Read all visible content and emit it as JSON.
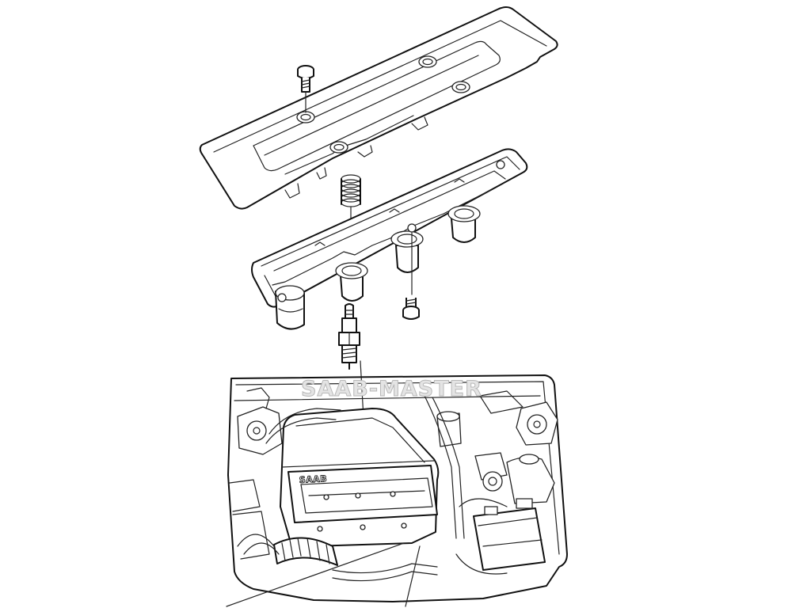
{
  "diagram": {
    "watermark": "SAAB-MASTER",
    "engine_badge": "SAAB",
    "parts": [
      {
        "id": "cover-bolt",
        "name": "cover bolt"
      },
      {
        "id": "ignition-cover",
        "name": "ignition cassette cover"
      },
      {
        "id": "spring",
        "name": "spring"
      },
      {
        "id": "ignition-cassette",
        "name": "ignition cassette"
      },
      {
        "id": "cassette-bolt",
        "name": "cassette bolt"
      },
      {
        "id": "spark-plug",
        "name": "spark plug"
      },
      {
        "id": "engine-bay",
        "name": "engine compartment"
      }
    ],
    "line_color": "#111111",
    "background": "#ffffff"
  }
}
